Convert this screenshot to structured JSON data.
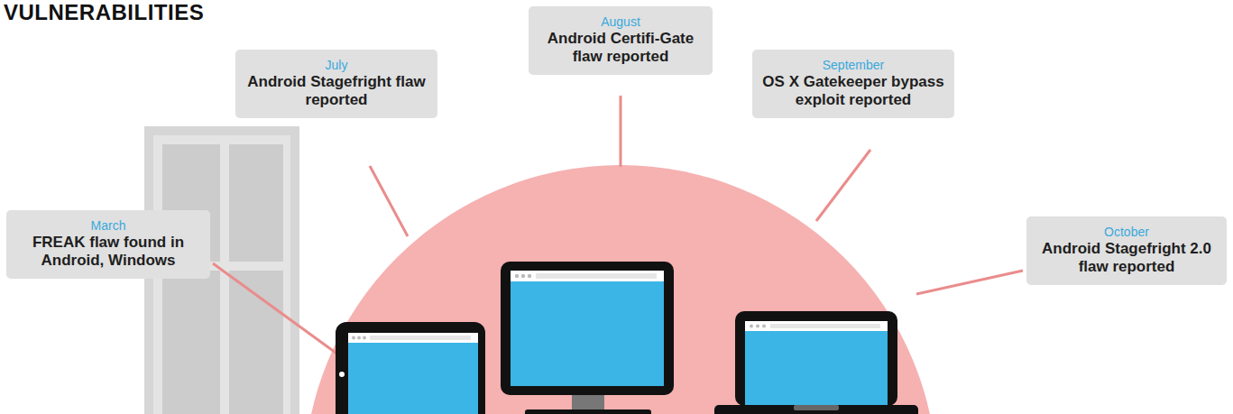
{
  "diagram": {
    "title": "VULNERABILITIES",
    "nodes": [
      {
        "text": [
          "March",
          "FREAK flaw found in Android, Windows"
        ]
      },
      {
        "text": [
          "July",
          "Android Stagefright flaw reported"
        ]
      },
      {
        "text": [
          "August",
          "Android Certifi-Gate flaw reported"
        ]
      },
      {
        "text": [
          "September",
          "OS X Gatekeeper bypass exploit reported"
        ]
      },
      {
        "text": [
          "October",
          "Android Stagefright 2.0 flaw reported"
        ]
      }
    ]
  }
}
